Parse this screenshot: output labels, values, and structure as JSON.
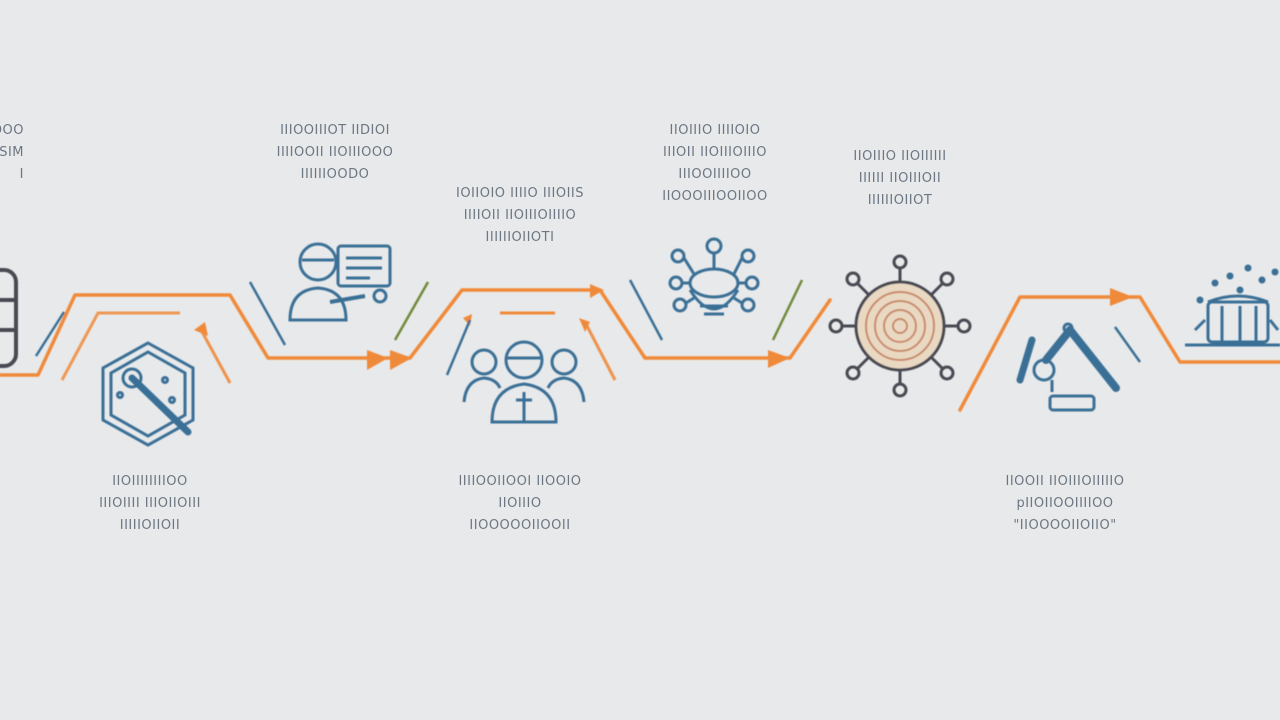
{
  "diagram": {
    "colors": {
      "background": "#e8e9ea",
      "line_orange": "#f08a3a",
      "icon_blue": "#3a6f96",
      "icon_dark": "#4a4a52",
      "icon_sand": "#e9d8c2",
      "text_gray": "#6c7783"
    },
    "top_captions": [
      {
        "id": "left-edge",
        "lines": [
          "DOO",
          "ISIM",
          "I"
        ]
      },
      {
        "id": "s2",
        "lines": [
          "IIIOOIIIOT IIDIOI",
          "IIIIOOII IIOIIIOOO",
          "IIIIIIOODO"
        ]
      },
      {
        "id": "s3",
        "lines": [
          "IOIIOIO IIIIO IIIOIIS",
          "IIIIOII IIOIIIOIIIIO",
          "IIIIIIOIIOTI"
        ]
      },
      {
        "id": "s4",
        "lines": [
          "IIOIIIO IIIIOIO",
          "IIIOII IIOIIIOIIIO",
          "IIIOOIIIIOO",
          "IIOOOIIIOOIIOO"
        ]
      },
      {
        "id": "s5",
        "lines": [
          "IIOIIIO IIOIIIIII",
          "IIIIII IIOIIIOII",
          "IIIIIIOIIOT"
        ]
      }
    ],
    "bottom_captions": [
      {
        "id": "b1",
        "lines": [
          "IIOIIIIIIIIOO",
          "IIIOIIII IIIOIIOIII",
          "IIIIIOIIOII"
        ]
      },
      {
        "id": "b2",
        "lines": [
          "IIIIOOIIOOI IIOOIO",
          "IIOIIIO",
          "IIOOOOOIIOOII"
        ]
      },
      {
        "id": "b3",
        "lines": [
          "IIOOII IIOIIIOIIIIIO",
          "pIIOIIOOIIIIOO",
          "\"IIOOOOIIOIIO\""
        ]
      }
    ],
    "steps": [
      {
        "name": "database-icon"
      },
      {
        "name": "process-gear-icon"
      },
      {
        "name": "operator-screen-icon"
      },
      {
        "name": "team-icon"
      },
      {
        "name": "network-node-icon"
      },
      {
        "name": "target-hub-icon"
      },
      {
        "name": "robot-arm-icon"
      },
      {
        "name": "factory-icon"
      }
    ]
  }
}
